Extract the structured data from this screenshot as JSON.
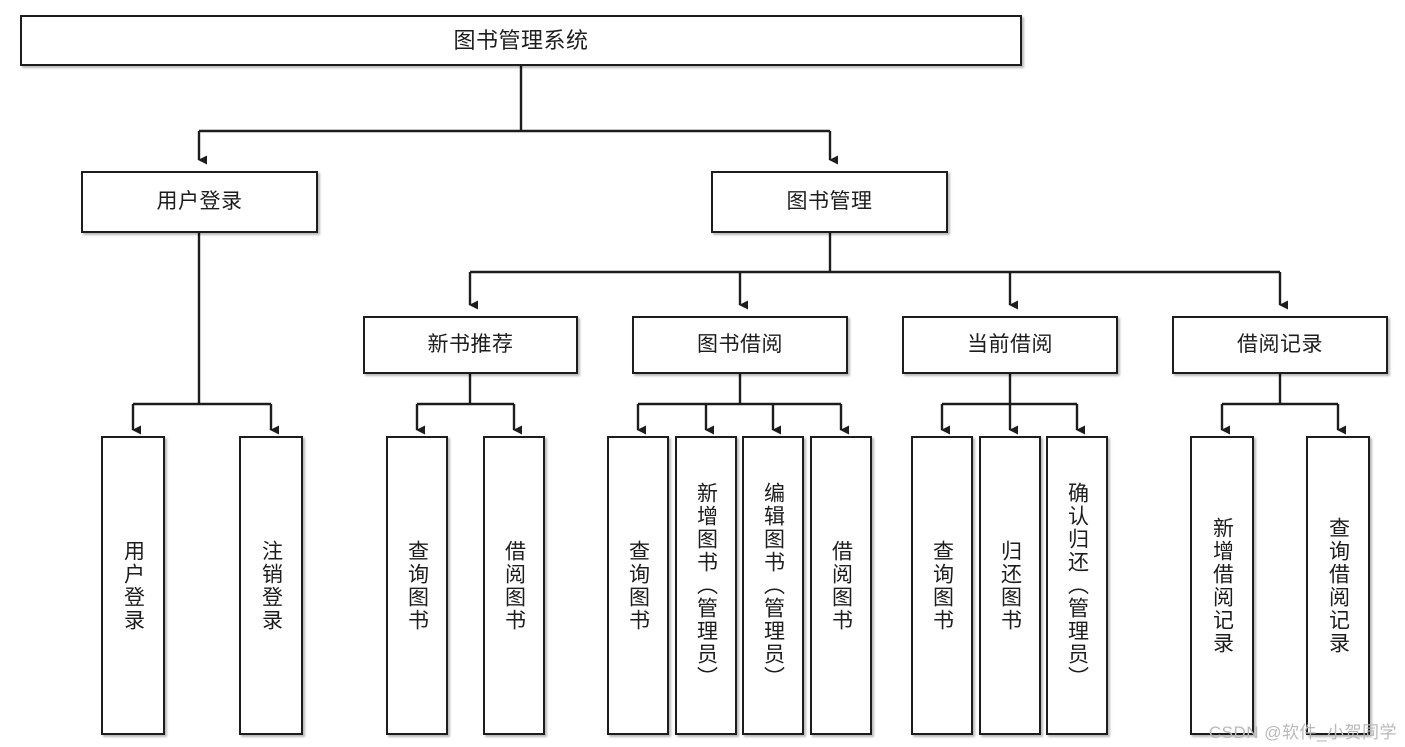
{
  "diagram": {
    "title": "图书管理系统",
    "type": "tree-structure-chart",
    "watermark": "CSDN @软件_小贺同学",
    "colors": {
      "stroke": "#1d1d1d",
      "fill": "#ffffff",
      "watermark": "#b9b9b9"
    },
    "levels": {
      "root": {
        "label": "图书管理系统"
      },
      "level2": [
        {
          "id": "user-login",
          "label": "用户登录"
        },
        {
          "id": "book-management",
          "label": "图书管理"
        }
      ],
      "level3": [
        {
          "id": "new-book-recommend",
          "label": "新书推荐"
        },
        {
          "id": "book-borrow",
          "label": "图书借阅"
        },
        {
          "id": "current-borrow",
          "label": "当前借阅"
        },
        {
          "id": "borrow-record",
          "label": "借阅记录"
        }
      ],
      "leaves": [
        {
          "id": "leaf-user-login",
          "label": "用户登录",
          "parent": "user-login"
        },
        {
          "id": "leaf-logout-login",
          "label": "注销登录",
          "parent": "user-login"
        },
        {
          "id": "leaf-query-book-1",
          "label": "查询图书",
          "parent": "new-book-recommend"
        },
        {
          "id": "leaf-borrow-book-1",
          "label": "借阅图书",
          "parent": "new-book-recommend"
        },
        {
          "id": "leaf-query-book-2",
          "label": "查询图书",
          "parent": "book-borrow"
        },
        {
          "id": "leaf-add-book",
          "label": "新增图书（管理员）",
          "parent": "book-borrow"
        },
        {
          "id": "leaf-edit-book",
          "label": "编辑图书（管理员）",
          "parent": "book-borrow"
        },
        {
          "id": "leaf-borrow-book-2",
          "label": "借阅图书",
          "parent": "book-borrow"
        },
        {
          "id": "leaf-query-book-3",
          "label": "查询图书",
          "parent": "current-borrow"
        },
        {
          "id": "leaf-return-book",
          "label": "归还图书",
          "parent": "current-borrow"
        },
        {
          "id": "leaf-confirm-return",
          "label": "确认归还（管理员）",
          "parent": "current-borrow"
        },
        {
          "id": "leaf-add-record",
          "label": "新增借阅记录",
          "parent": "borrow-record"
        },
        {
          "id": "leaf-query-record",
          "label": "查询借阅记录",
          "parent": "borrow-record"
        }
      ]
    }
  }
}
